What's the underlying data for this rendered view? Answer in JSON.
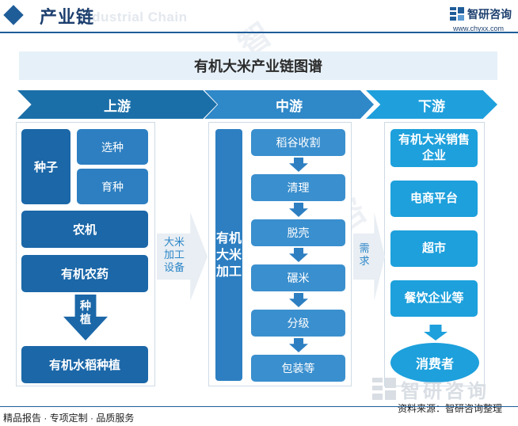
{
  "header": {
    "title": "产业链",
    "ghost_text": "Industrial Chain",
    "logo_name": "智研咨询",
    "logo_url": "www.chyxx.com"
  },
  "diagram_title": "有机大米产业链图谱",
  "stages": {
    "upstream": "上游",
    "midstream": "中游",
    "downstream": "下游"
  },
  "upstream": {
    "seed": "种子",
    "seed_selection": "选种",
    "seed_breeding": "育种",
    "farm_machinery": "农机",
    "organic_pesticide": "有机农药",
    "planting_arrow": "种植",
    "rice_planting": "有机水稻种植"
  },
  "flow_labels": {
    "processing_equipment": "大米加工设备",
    "demand": "需求"
  },
  "midstream": {
    "processing": "有机大米加工",
    "steps": [
      "稻谷收割",
      "清理",
      "脱壳",
      "碾米",
      "分级",
      "包装等"
    ]
  },
  "downstream": {
    "items": [
      "有机大米销售企业",
      "电商平台",
      "超市",
      "餐饮企业等"
    ],
    "consumer": "消费者"
  },
  "footer": {
    "left": "精品报告 · 专项定制 · 品质服务",
    "right": "资料来源：智研咨询整理"
  },
  "watermark": "智研咨询",
  "colors": {
    "dark_blue": "#1b67a8",
    "mid_blue": "#2d7fc1",
    "light_blue": "#1da0dc",
    "title_band": "#e6f0f8"
  }
}
